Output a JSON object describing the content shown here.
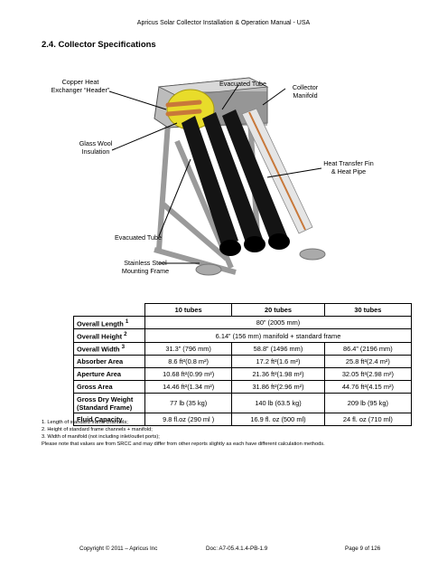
{
  "header": "Apricus Solar Collector Installation & Operation Manual - USA",
  "section_title": "2.4. Collector Specifications",
  "figure_labels": {
    "copper_header": "Copper Heat\nExchanger “Header”",
    "evacuated_tube_top": "Evacuated Tube",
    "collector_manifold": "Collector\nManifold",
    "glass_wool": "Glass Wool\nInsulation",
    "heat_transfer": "Heat Transfer Fin\n& Heat Pipe",
    "evacuated_tube_bottom": "Evacuated Tube",
    "mounting_frame": "Stainless Steel\nMounting Frame"
  },
  "table": {
    "columns": [
      "10 tubes",
      "20 tubes",
      "30 tubes"
    ],
    "overall_length": {
      "label": "Overall Length",
      "sup": "1",
      "value": "80” (2005 mm)"
    },
    "overall_height": {
      "label": "Overall Height",
      "sup": "2",
      "value": "6.14” (156 mm) manifold + standard frame"
    },
    "rows": [
      {
        "label": "Overall Width",
        "sup": "3",
        "values": [
          "31.3” (796 mm)",
          "58.8” (1496 mm)",
          "86.4” (2196 mm)"
        ]
      },
      {
        "label": "Absorber Area",
        "sup": "",
        "values": [
          "8.6 ft²(0.8 m²)",
          "17.2 ft²(1.6 m²)",
          "25.8 ft²(2.4 m²)"
        ]
      },
      {
        "label": "Aperture Area",
        "sup": "",
        "values": [
          "10.68 ft²(0.99 m²)",
          "21.36 ft²(1.98 m²)",
          "32.05 ft²(2.98 m²)"
        ]
      },
      {
        "label": "Gross Area",
        "sup": "",
        "values": [
          "14.46 ft²(1.34 m²)",
          "31.86 ft²(2.96 m²)",
          "44.76 ft²(4.15 m²)"
        ]
      },
      {
        "label": "Gross Dry Weight (Standard Frame)",
        "sup": "",
        "values": [
          "77 lb (35 kg)",
          "140 lb (63.5 kg)",
          "209 lb (95 kg)"
        ]
      },
      {
        "label": "Fluid Capacity",
        "sup": "",
        "values": [
          "9.8 fl.oz (290 ml )",
          "16.9 fl. oz (500 ml)",
          "24 fl. oz (710 ml)"
        ]
      }
    ]
  },
  "notes": [
    "1. Length of standard frame channels;",
    "2. Height of standard frame channels + manifold;",
    "3. Width of manifold (not including inlet/outlet ports);",
    "Please note that values are from SRCC and may differ from other reports slightly as each have different calculation methods."
  ],
  "footer": {
    "copyright": "Copyright © 2011 – Apricus Inc",
    "doc": "Doc: A7-05.4.1.4-PB-1.9",
    "page": "Page 9 of 126"
  }
}
